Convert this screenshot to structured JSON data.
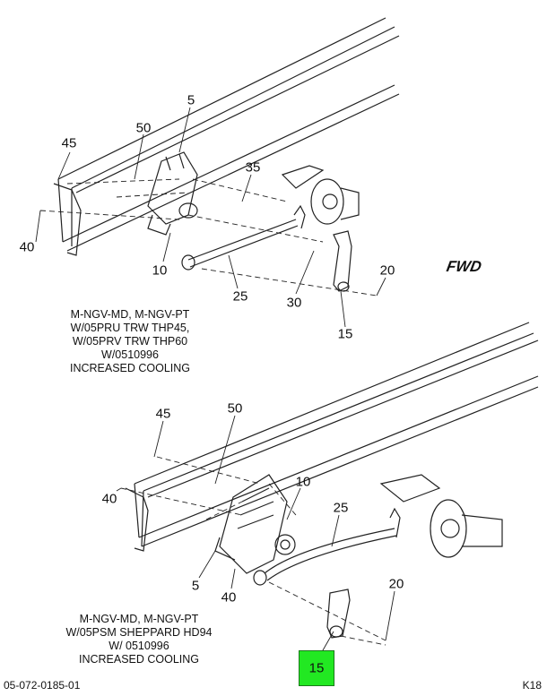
{
  "top_view": {
    "callouts": [
      "5",
      "50",
      "45",
      "35",
      "40",
      "10",
      "25",
      "30",
      "20",
      "15"
    ],
    "caption": [
      "M-NGV-MD, M-NGV-PT",
      "W/05PRU TRW THP45,",
      "W/05PRV TRW THP60",
      "W/0510996",
      "INCREASED COOLING"
    ],
    "direction_label": "FWD"
  },
  "bottom_view": {
    "callouts": [
      "45",
      "50",
      "10",
      "25",
      "40",
      "5",
      "40",
      "20",
      "15"
    ],
    "caption": [
      "M-NGV-MD, M-NGV-PT",
      "W/05PSM SHEPPARD HD94",
      "W/ 0510996",
      "INCREASED COOLING"
    ],
    "highlighted_callout": "15"
  },
  "footer": {
    "drawing_number": "05-072-0185-01",
    "page_code": "K18"
  },
  "colors": {
    "highlight": "#22e822",
    "line": "#111111"
  }
}
